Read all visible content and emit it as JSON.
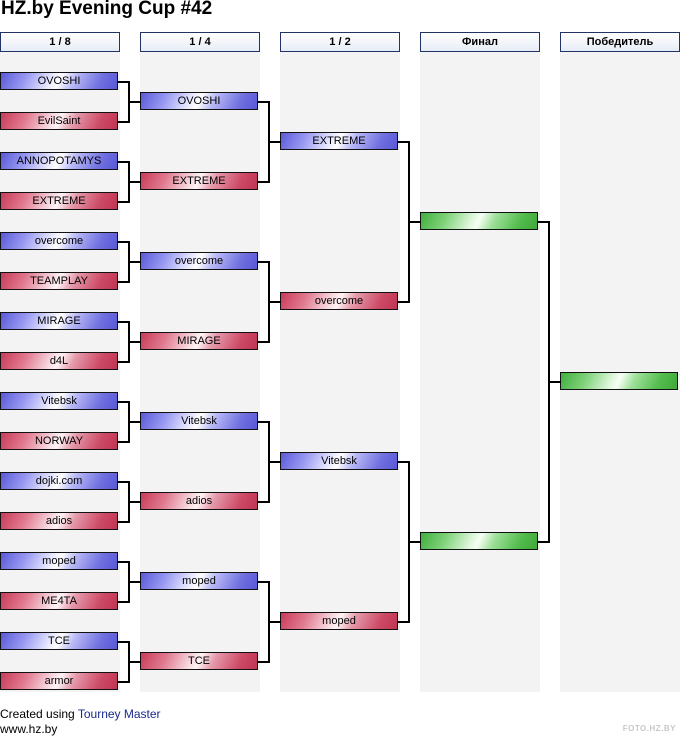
{
  "title": "HZ.by Evening Cup #42",
  "rounds": [
    "1 / 8",
    "1 / 4",
    "1 / 2",
    "Финал",
    "Победитель"
  ],
  "round1": [
    "OVOSHI",
    "EvilSaint",
    "ANNOPOTAMYS",
    "EXTREME",
    "overcome",
    "TEAMPLAY",
    "MIRAGE",
    "d4L",
    "Vitebsk",
    "NORWAY",
    "dojki.com",
    "adios",
    "moped",
    "ME4TA",
    "TCE",
    "armor"
  ],
  "round2": [
    "OVOSHI",
    "EXTREME",
    "overcome",
    "MIRAGE",
    "Vitebsk",
    "adios",
    "moped",
    "TCE"
  ],
  "round3": [
    "EXTREME",
    "overcome",
    "Vitebsk",
    "moped"
  ],
  "final": [
    "",
    ""
  ],
  "winner": [
    ""
  ],
  "footer": {
    "created_prefix": "Created using",
    "created_link": "Tourney Master",
    "site": "www.hz.by"
  },
  "watermark": "FOTO.HZ.BY",
  "colors": {
    "slot_blue": "#7070e0",
    "slot_red": "#cc4a66",
    "slot_green": "#52bb4c",
    "header_border": "#223366",
    "column_bg": "#f3f3f3"
  }
}
